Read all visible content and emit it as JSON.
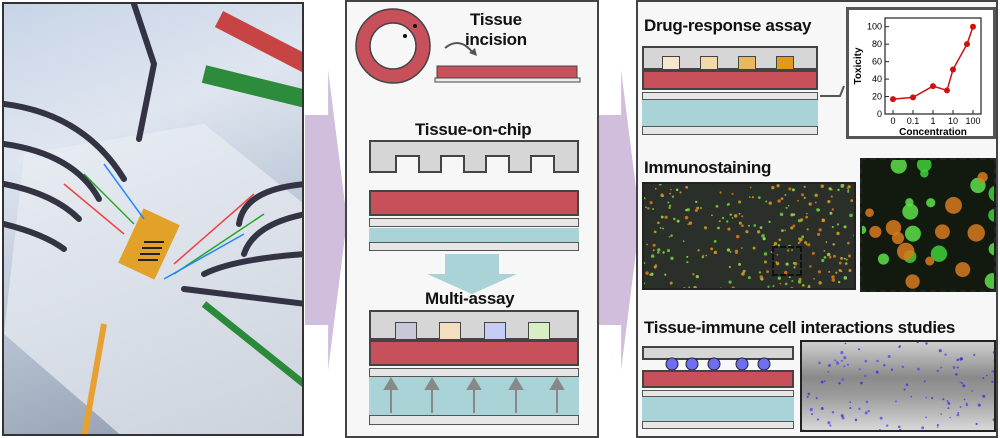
{
  "middle": {
    "tissue_incision": [
      "Tissue",
      "incision"
    ],
    "tissue_on_chip": "Tissue-on-chip",
    "multi_assay": "Multi-assay"
  },
  "right": {
    "drug_response": "Drug-response assay",
    "immunostaining": "Immunostaining",
    "immune_interactions": "Tissue-immune cell interactions studies"
  },
  "colors": {
    "tissue": "#c8505a",
    "arrow": "#c9b1d6",
    "media": "#a9d3d6",
    "chart_line": "#cc1111"
  },
  "chart_data": {
    "type": "line",
    "xlabel": "Concentration",
    "ylabel": "Toxicity",
    "x_tick_labels": [
      "0",
      "0.1",
      "1",
      "10",
      "100"
    ],
    "y_tick_labels": [
      "0",
      "20",
      "40",
      "60",
      "80",
      "100"
    ],
    "ylim": [
      0,
      110
    ],
    "points": [
      {
        "x": 0,
        "y": 17
      },
      {
        "x": 0.1,
        "y": 19
      },
      {
        "x": 1,
        "y": 32
      },
      {
        "x": 5,
        "y": 27
      },
      {
        "x": 10,
        "y": 51
      },
      {
        "x": 50,
        "y": 80
      },
      {
        "x": 100,
        "y": 100
      }
    ]
  }
}
